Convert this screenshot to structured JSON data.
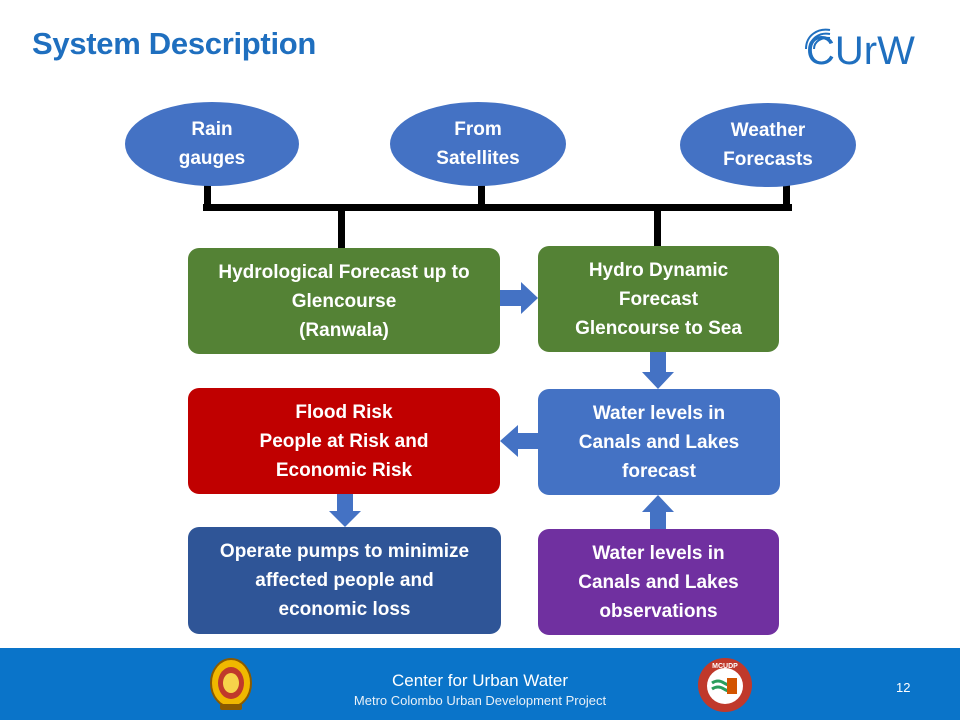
{
  "slide": {
    "title": "System Description",
    "page_number": "12"
  },
  "logo": {
    "text": "CUrW",
    "color": "#1f6fbf"
  },
  "sources": [
    {
      "label": "Rain\ngauges"
    },
    {
      "label": "From\nSatellites"
    },
    {
      "label": "Weather\nForecasts"
    }
  ],
  "boxes": {
    "hydrological": {
      "label": "Hydrological Forecast up to\nGlencourse\n(Ranwala)",
      "color": "#548235"
    },
    "hydrodynamic": {
      "label": "Hydro Dynamic\nForecast\nGlencourse to Sea",
      "color": "#548235"
    },
    "flood_risk": {
      "label": "Flood Risk\nPeople at Risk and\nEconomic Risk",
      "color": "#c00000"
    },
    "water_forecast": {
      "label": "Water levels in\nCanals and Lakes\nforecast",
      "color": "#4472c4"
    },
    "operate_pumps": {
      "label": "Operate pumps to minimize\naffected people and\neconomic loss",
      "color": "#2f5597"
    },
    "water_observations": {
      "label": "Water levels in\nCanals and Lakes\nobservations",
      "color": "#7030a0"
    }
  },
  "arrow_color": "#4472c4",
  "footer": {
    "title": "Center for Urban Water",
    "subtitle": "Metro Colombo Urban Development Project",
    "badge_text": "MCUDP"
  }
}
